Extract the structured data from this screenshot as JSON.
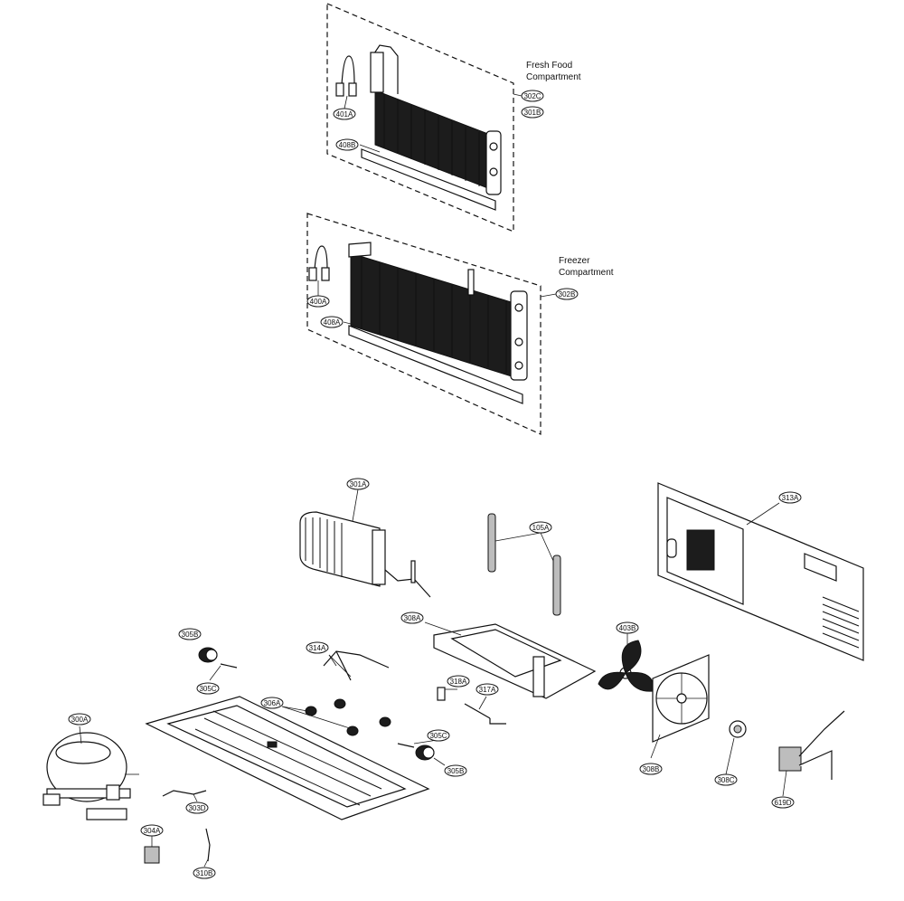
{
  "captions": {
    "fresh_food": [
      "Fresh Food",
      "Compartment"
    ],
    "freezer": [
      "Freezer",
      "Compartment"
    ]
  },
  "callouts": {
    "c401A": "401A",
    "c408B": "408B",
    "c302C": "302C",
    "c301B": "301B",
    "c400A": "400A",
    "c408A": "408A",
    "c302B": "302B",
    "c301A": "301A",
    "c105A": "105A",
    "c313A": "313A",
    "c308A": "308A",
    "c403B": "403B",
    "c305B_top": "305B",
    "c314A": "314A",
    "c305C_left": "305C",
    "c318A": "318A",
    "c317A": "317A",
    "c306A": "306A",
    "c300A": "300A",
    "c305C_right": "305C",
    "c305B_right": "305B",
    "c308B": "308B",
    "c308C": "308C",
    "c619D": "619D",
    "c303D": "303D",
    "c304A": "304A",
    "c310B": "310B"
  }
}
